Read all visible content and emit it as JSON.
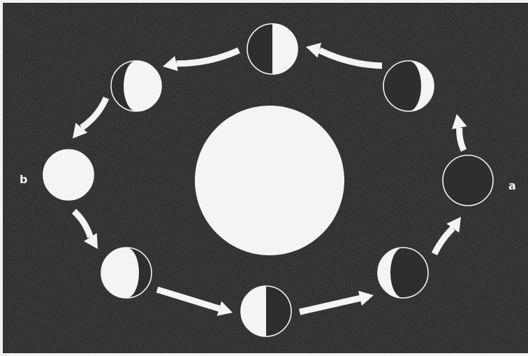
{
  "labels": {
    "a": "a",
    "b": "b"
  },
  "colors": {
    "background": "#2e2e2e",
    "light": "#f4f4f4",
    "dark": "#2e2e2e",
    "arrow": "#f4f4f4"
  },
  "central_body": {
    "icon": "sun-icon"
  },
  "orbit_direction": "counterclockwise",
  "phases": [
    {
      "name": "new",
      "lit_fraction": 0.0,
      "lit_side": "none"
    },
    {
      "name": "waxing-crescent",
      "lit_fraction": 0.25,
      "lit_side": "right"
    },
    {
      "name": "first-quarter",
      "lit_fraction": 0.5,
      "lit_side": "right"
    },
    {
      "name": "waxing-gibbous",
      "lit_fraction": 0.75,
      "lit_side": "right"
    },
    {
      "name": "full",
      "lit_fraction": 1.0,
      "lit_side": "all"
    },
    {
      "name": "waning-gibbous",
      "lit_fraction": 0.75,
      "lit_side": "left"
    },
    {
      "name": "last-quarter",
      "lit_fraction": 0.5,
      "lit_side": "left"
    },
    {
      "name": "waning-crescent",
      "lit_fraction": 0.25,
      "lit_side": "left"
    }
  ]
}
